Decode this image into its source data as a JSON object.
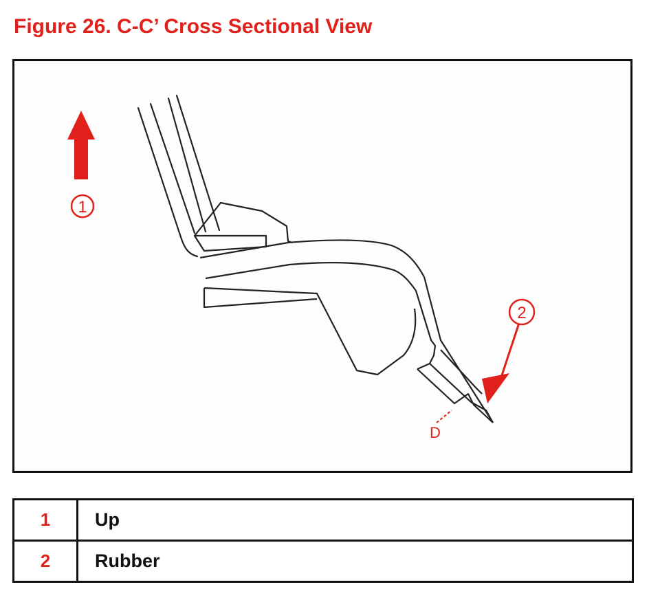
{
  "figure": {
    "title": "Figure 26.  C-C’ Cross Sectional View",
    "callouts": [
      {
        "number": "1",
        "icon": "up-arrow-icon"
      },
      {
        "number": "2",
        "icon": "pointer-arrow-icon"
      }
    ],
    "detail_label": "D",
    "accent_color": "#e0201b"
  },
  "legend": {
    "rows": [
      {
        "number": "1",
        "label": "Up"
      },
      {
        "number": "2",
        "label": "Rubber"
      }
    ]
  }
}
